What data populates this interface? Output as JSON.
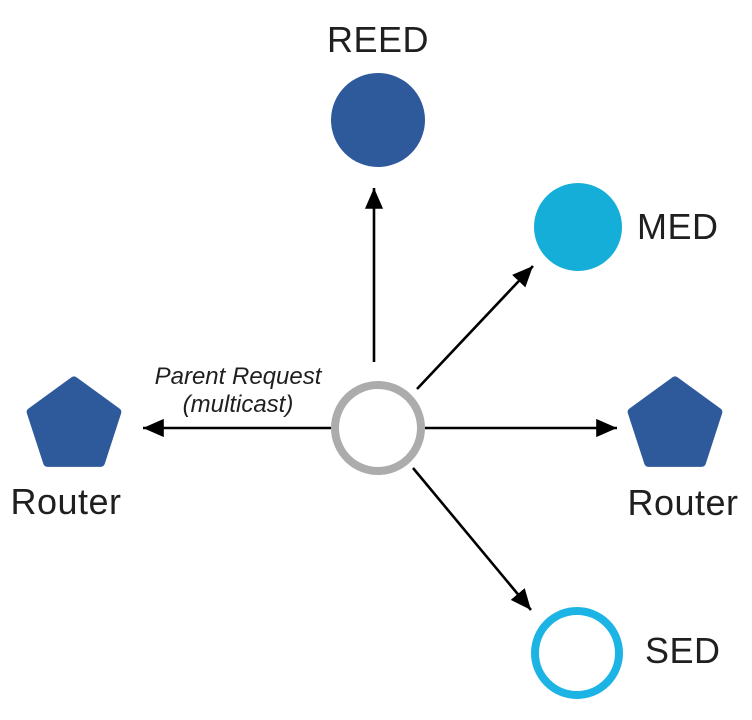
{
  "diagram": {
    "annotation": {
      "line1": "Parent Request",
      "line2": "(multicast)"
    },
    "colors": {
      "node_blue": "#2E5A9B",
      "med_cyan": "#14AED8",
      "sed_cyan": "#1BB4E4",
      "parent_gray": "#ACACAC",
      "arrow_black": "#000000"
    },
    "nodes": [
      {
        "id": "reed",
        "label": "REED",
        "shape": "filled-circle"
      },
      {
        "id": "med",
        "label": "MED",
        "shape": "filled-circle"
      },
      {
        "id": "router-left",
        "label": "Router",
        "shape": "pentagon"
      },
      {
        "id": "router-right",
        "label": "Router",
        "shape": "pentagon"
      },
      {
        "id": "sed",
        "label": "SED",
        "shape": "outlined-circle"
      },
      {
        "id": "parent-requester",
        "label": "",
        "shape": "outlined-circle"
      }
    ],
    "arrows": [
      {
        "from": "parent-requester",
        "to": "reed"
      },
      {
        "from": "parent-requester",
        "to": "med"
      },
      {
        "from": "parent-requester",
        "to": "router-left"
      },
      {
        "from": "parent-requester",
        "to": "router-right"
      },
      {
        "from": "parent-requester",
        "to": "sed"
      }
    ]
  }
}
